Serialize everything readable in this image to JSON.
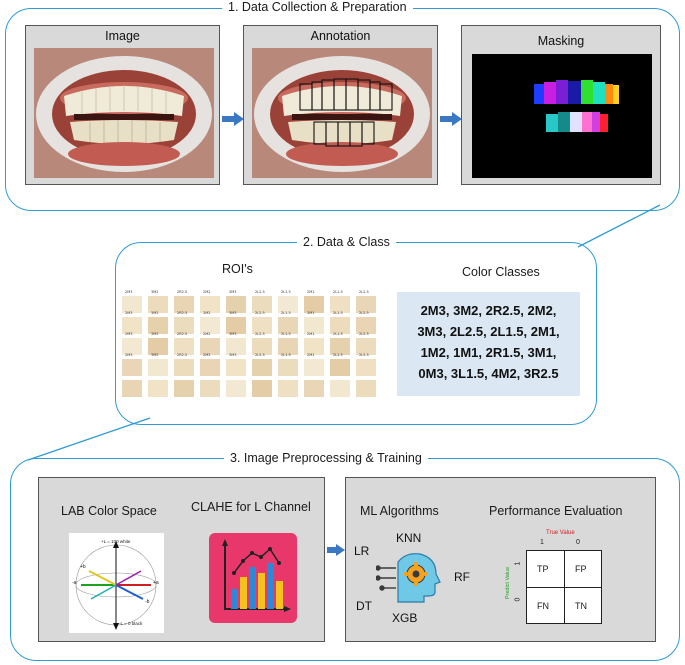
{
  "stage1": {
    "title": "1.   Data Collection & Preparation",
    "panels": {
      "image": "Image",
      "annotation": "Annotation",
      "masking": "Masking"
    }
  },
  "stage2": {
    "title": "2.   Data & Class",
    "roi_label": "ROI's",
    "classes_label": "Color Classes",
    "roi_tags": [
      "2M3",
      "3M2",
      "2R2.5",
      "2M2",
      "3M3",
      "2L2.5",
      "2L1.5",
      "2M1",
      "2L1.5",
      "2L2.5"
    ],
    "color_classes": [
      "2M3, 3M2, 2R2.5, 2M2,",
      "3M3, 2L2.5, 2L1.5, 2M1,",
      "1M2, 1M1, 2R1.5, 3M1,",
      "0M3, 3L1.5, 4M2, 3R2.5"
    ]
  },
  "stage3": {
    "title": "3.   Image Preprocessing & Training",
    "lab_label": "LAB Color Space",
    "lab_top": "+L = 100 white",
    "lab_bottom": "-L = 0 black",
    "lab_axes": {
      "plus_a": "+a",
      "minus_a": "-a",
      "plus_b": "+b",
      "minus_b": "-b"
    },
    "clahe_label": "CLAHE for L Channel",
    "ml_label": "ML Algorithms",
    "algorithms": {
      "top": "KNN",
      "left": "LR",
      "right": "RF",
      "bottom_left": "DT",
      "bottom": "XGB"
    },
    "perf_label": "Performance Evaluation",
    "confusion": {
      "true_value": "True Value",
      "predict_value": "Predict Value",
      "col_labels": [
        "1",
        "0"
      ],
      "row_labels": [
        "1",
        "0"
      ],
      "cells": [
        "TP",
        "FP",
        "FN",
        "TN"
      ]
    }
  },
  "colors": {
    "frame": "#2f9bd6",
    "arrow": "#3b78c4",
    "panel": "#d9d9d9",
    "classes_bg": "#dbe8f4",
    "clahe_bg": "#e8386b"
  }
}
